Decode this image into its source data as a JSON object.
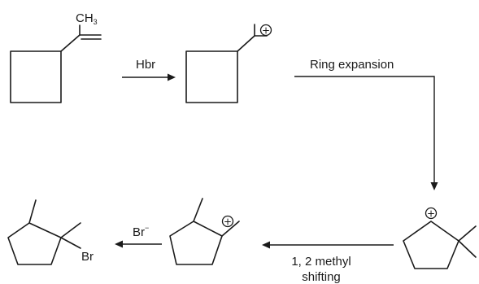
{
  "reagents": {
    "step1": "Hbr",
    "step2": "Ring expansion",
    "step3_line1": "1, 2 methyl",
    "step3_line2": "shifting",
    "step4": "Br",
    "step4_sup": "−"
  },
  "structures": {
    "reactant_ch3_main": "CH",
    "reactant_ch3_sub": "3",
    "product_br": "Br"
  },
  "symbols": {
    "charge": "+"
  }
}
